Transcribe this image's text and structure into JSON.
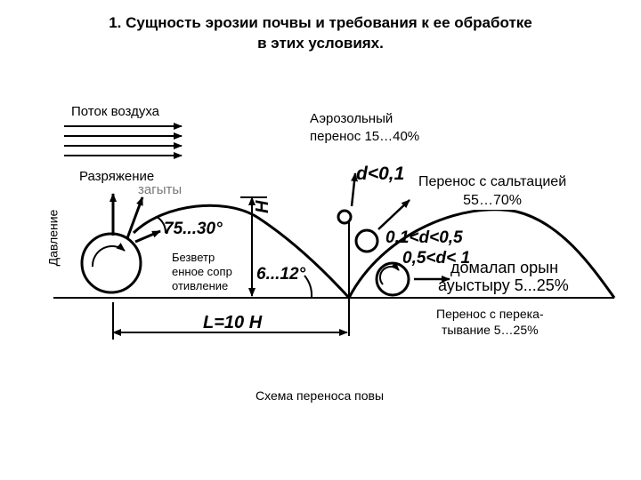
{
  "title": {
    "line1": "1. Сущность эрозии почвы и требования к ее обработке",
    "line2": "в этих условиях."
  },
  "labels": {
    "air_flow": "Поток воздуха",
    "aerosol": "Аэрозольный перенос 15…40%",
    "aerosol_line1": "Аэрозольный",
    "aerosol_line2": "перенос 15…40%",
    "rarefaction": "Разряжение",
    "saltation_line1": "Перенос с сальтацией",
    "saltation_line2": "55…70%",
    "pressure": "Давление",
    "windless_line1": "Безветр",
    "windless_line2": "енное сопр",
    "windless_line3": "отивление",
    "rolling_line1": "Перенос с перека-",
    "rolling_line2": "тывание 5…25%",
    "caption": "Схема переноса повы"
  },
  "figure": {
    "angle_top": "75...30°",
    "angle_bottom": "6...12°",
    "height": "H",
    "distance": "L=10 H",
    "size_small": "d<0,1",
    "size_mid": "0,1<d<0,5",
    "size_large": "0,5<d< 1",
    "rolling_kz_line1": "домалап орын",
    "rolling_kz_line2": "ауыстыру 5...25%",
    "faded_text": "загыты"
  }
}
